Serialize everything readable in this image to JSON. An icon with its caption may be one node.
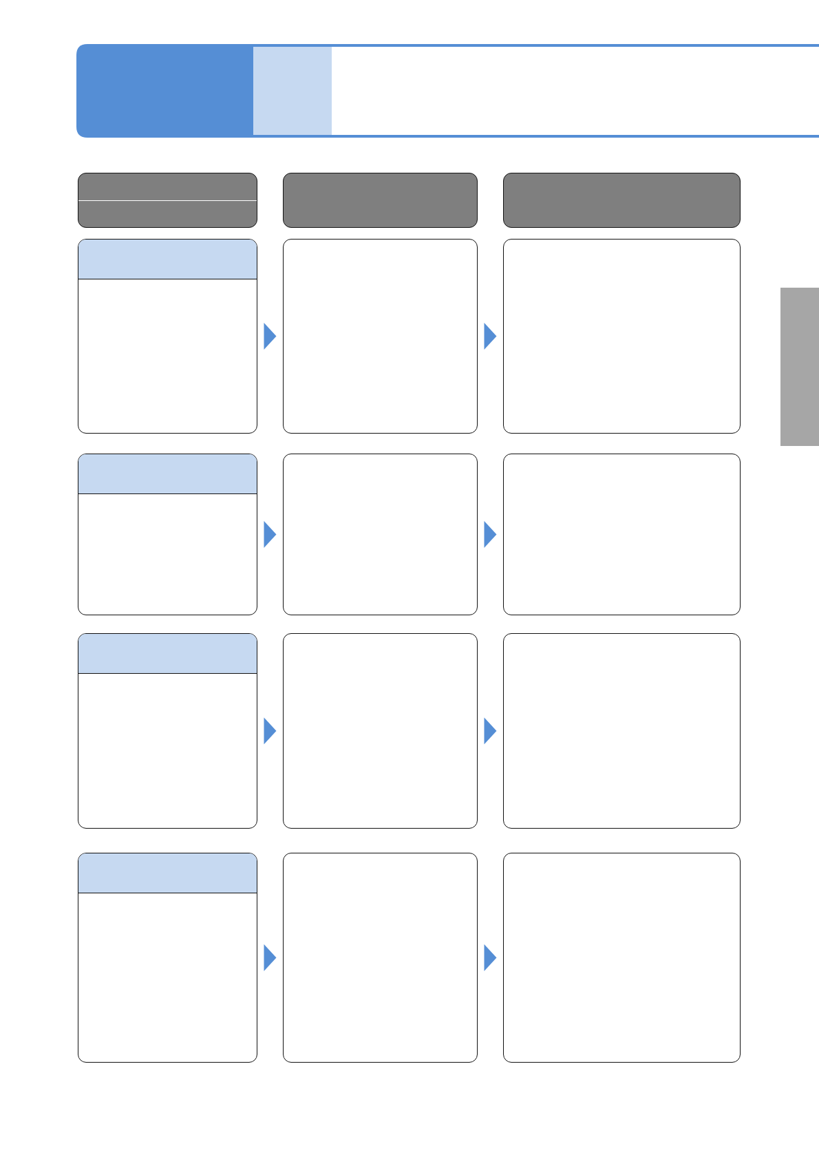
{
  "diagram": {
    "nodes": [
      {
        "text": [],
        "shape": "box"
      },
      {
        "text": [],
        "shape": "box"
      },
      {
        "text": [],
        "shape": "box"
      },
      {
        "text": [],
        "shape": "box"
      },
      {
        "text": [],
        "shape": "box"
      },
      {
        "text": [],
        "shape": "box"
      },
      {
        "text": [],
        "shape": "box"
      },
      {
        "text": [],
        "shape": "box"
      },
      {
        "text": [],
        "shape": "box"
      },
      {
        "text": [],
        "shape": "box"
      },
      {
        "text": [],
        "shape": "box"
      },
      {
        "text": [],
        "shape": "box"
      },
      {
        "text": [],
        "shape": "box"
      },
      {
        "text": [],
        "shape": "box"
      },
      {
        "text": [],
        "shape": "box"
      }
    ],
    "edges": [
      {
        "from": 3,
        "to": 4,
        "arrow": "to"
      },
      {
        "from": 4,
        "to": 5,
        "arrow": "to"
      },
      {
        "from": 6,
        "to": 7,
        "arrow": "to"
      },
      {
        "from": 7,
        "to": 8,
        "arrow": "to"
      },
      {
        "from": 9,
        "to": 10,
        "arrow": "to"
      },
      {
        "from": 10,
        "to": 11,
        "arrow": "to"
      },
      {
        "from": 12,
        "to": 13,
        "arrow": "to"
      },
      {
        "from": 13,
        "to": 14,
        "arrow": "to"
      }
    ]
  }
}
